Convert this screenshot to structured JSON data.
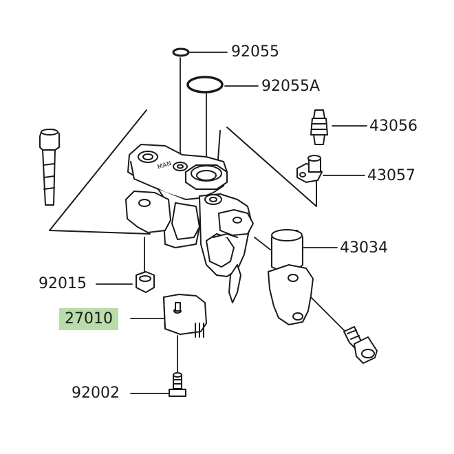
{
  "parts": {
    "p92055": "92055",
    "p92055A": "92055A",
    "p43056": "43056",
    "p43057": "43057",
    "p43034": "43034",
    "p92015": "92015",
    "p27010": "27010",
    "p92002": "92002"
  },
  "highlight_color": "#b9dcaa"
}
